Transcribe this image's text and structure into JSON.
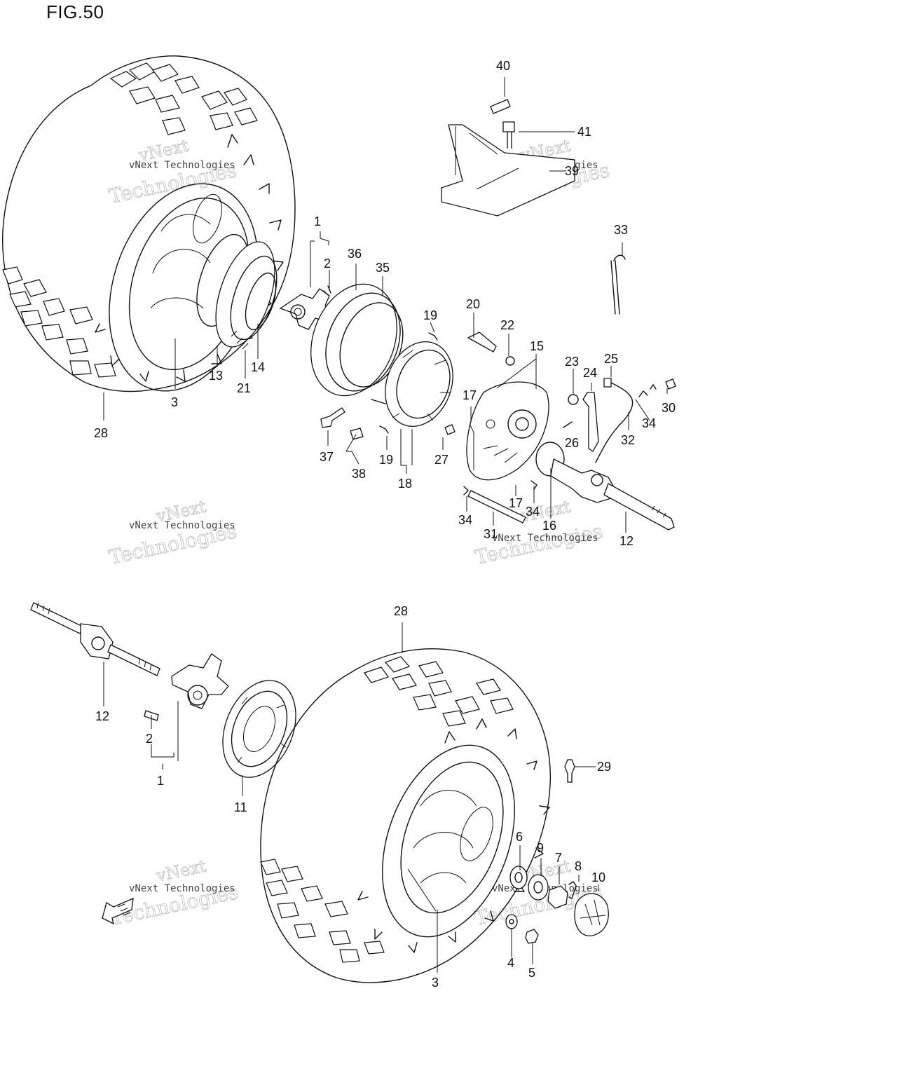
{
  "figure": {
    "title": "FIG.50"
  },
  "watermark": {
    "line1": "vNext Technologies",
    "line2_a": "vNext",
    "line2_b": "Technologies"
  },
  "callouts": {
    "c1": "1",
    "c2": "2",
    "c3": "3",
    "c4": "4",
    "c5": "5",
    "c6": "6",
    "c7": "7",
    "c8": "8",
    "c9": "9",
    "c10": "10",
    "c11": "11",
    "c12": "12",
    "c13": "13",
    "c14": "14",
    "c15": "15",
    "c16": "16",
    "c17": "17",
    "c18": "18",
    "c19": "19",
    "c20": "20",
    "c21": "21",
    "c22": "22",
    "c23": "23",
    "c24": "24",
    "c25": "25",
    "c26": "26",
    "c27": "27",
    "c28": "28",
    "c29": "29",
    "c30": "30",
    "c31": "31",
    "c32": "32",
    "c33": "33",
    "c34": "34",
    "c35": "35",
    "c36": "36",
    "c37": "37",
    "c38": "38",
    "c39": "39",
    "c40": "40",
    "c41": "41"
  },
  "direction_arrow": {
    "label": "FWD",
    "icon": "direction-arrow-icon"
  }
}
